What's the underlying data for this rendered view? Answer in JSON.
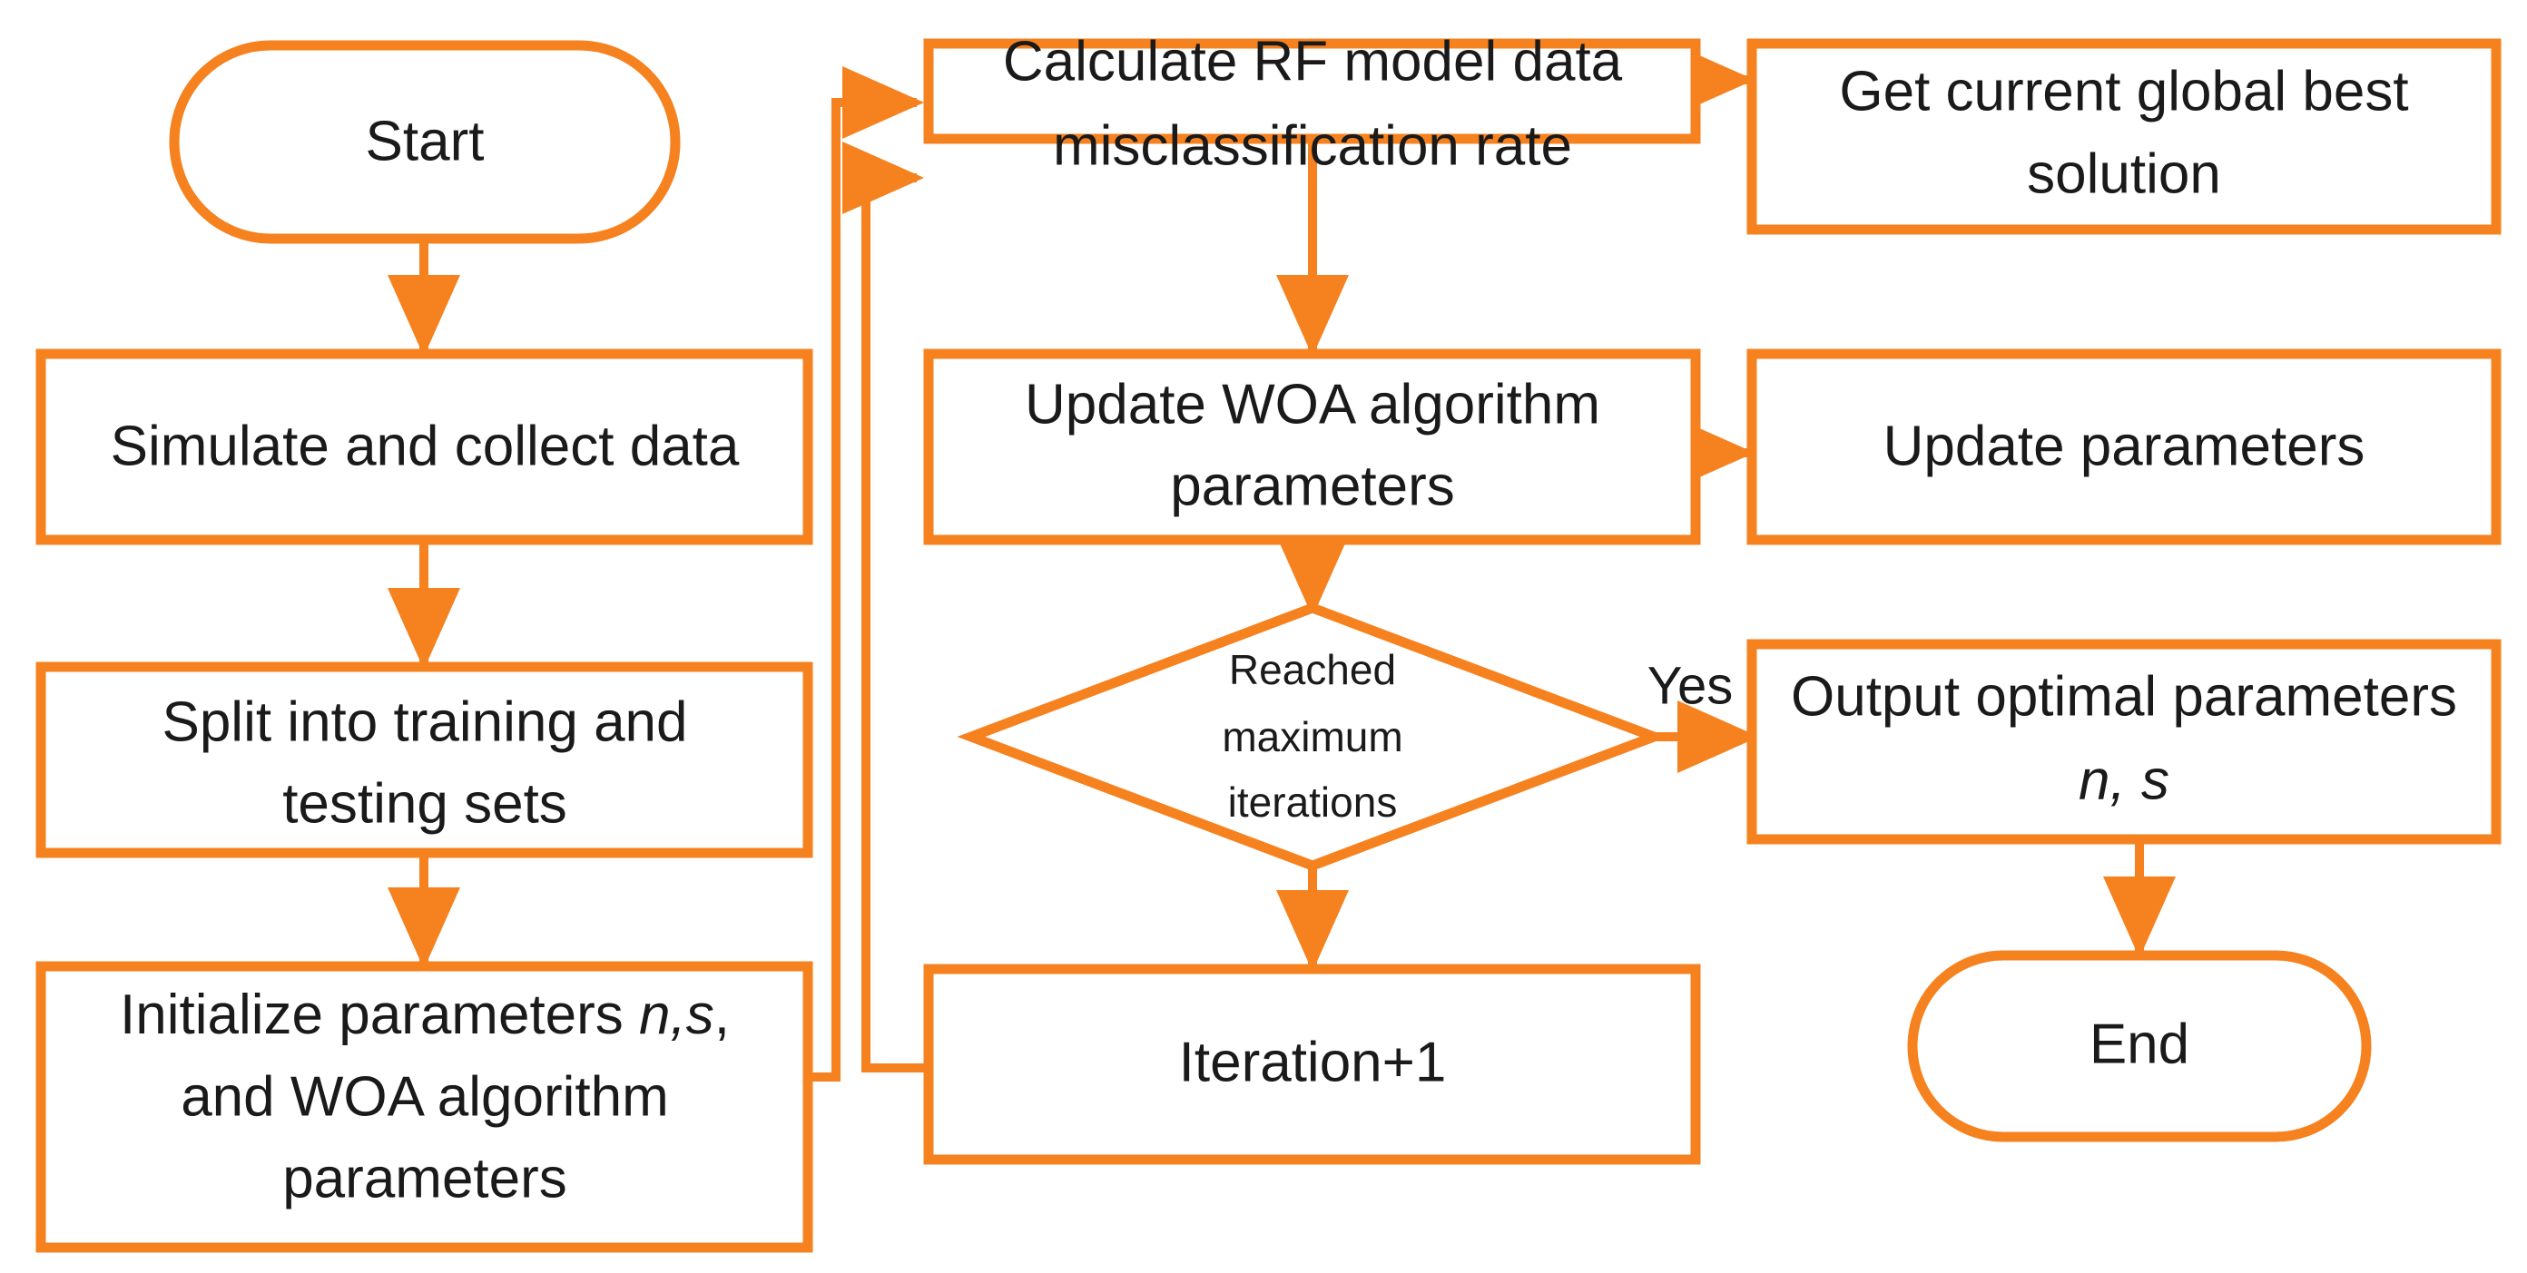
{
  "diagram": {
    "title": "WOA-RF parameter optimization flowchart",
    "accent_color": "#f5821f",
    "text_color": "#1a1a1a",
    "background_color": "#ffffff"
  },
  "nodes": {
    "start": {
      "label": "Start",
      "shape": "terminator"
    },
    "simulate": {
      "label": "Simulate and collect data",
      "shape": "process"
    },
    "split": {
      "line1": "Split into training and",
      "line2": "testing sets",
      "shape": "process"
    },
    "initialize": {
      "line1_a": "Initialize parameters ",
      "line1_b": "n,s",
      "line1_c": ",",
      "line2": "and WOA algorithm",
      "line3": "parameters",
      "shape": "process"
    },
    "calculate": {
      "line1": "Calculate RF model data",
      "line2": "misclassification rate",
      "shape": "process"
    },
    "global_best": {
      "line1": "Get current global best",
      "line2": "solution",
      "shape": "process"
    },
    "update_woa": {
      "line1": "Update WOA algorithm",
      "line2": "parameters",
      "shape": "process"
    },
    "update_params": {
      "label": "Update parameters",
      "shape": "process"
    },
    "decision": {
      "line1": "Reached",
      "line2": "maximum",
      "line3": "iterations",
      "shape": "decision"
    },
    "output": {
      "line1": "Output optimal parameters",
      "line2": "n, s",
      "shape": "process"
    },
    "iteration": {
      "label": "Iteration+1",
      "shape": "process"
    },
    "end": {
      "label": "End",
      "shape": "terminator"
    }
  },
  "edge_labels": {
    "yes": "Yes"
  }
}
